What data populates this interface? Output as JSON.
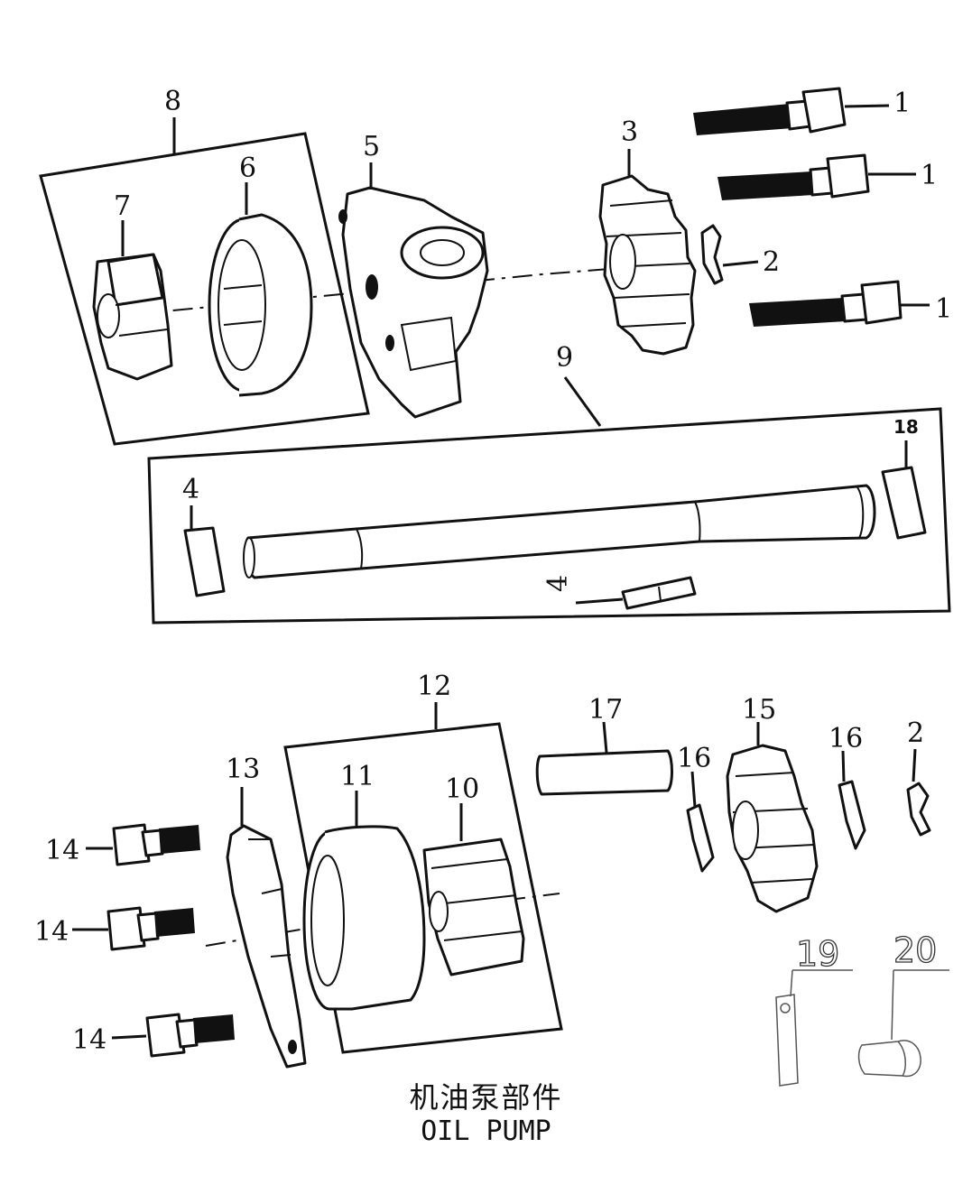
{
  "caption": {
    "chinese": "机油泵部件",
    "english": "OIL PUMP"
  },
  "callouts": {
    "c1a": "1",
    "c1b": "1",
    "c1c": "1",
    "c2a": "2",
    "c2b": "2",
    "c3": "3",
    "c4a": "4",
    "c4b": "4",
    "c5": "5",
    "c6": "6",
    "c7": "7",
    "c8": "8",
    "c9": "9",
    "c10": "10",
    "c11": "11",
    "c12": "12",
    "c13": "13",
    "c14a": "14",
    "c14b": "14",
    "c14c": "14",
    "c15": "15",
    "c16a": "16",
    "c16b": "16",
    "c17": "17",
    "c18": "18",
    "c19": "19",
    "c20": "20"
  }
}
